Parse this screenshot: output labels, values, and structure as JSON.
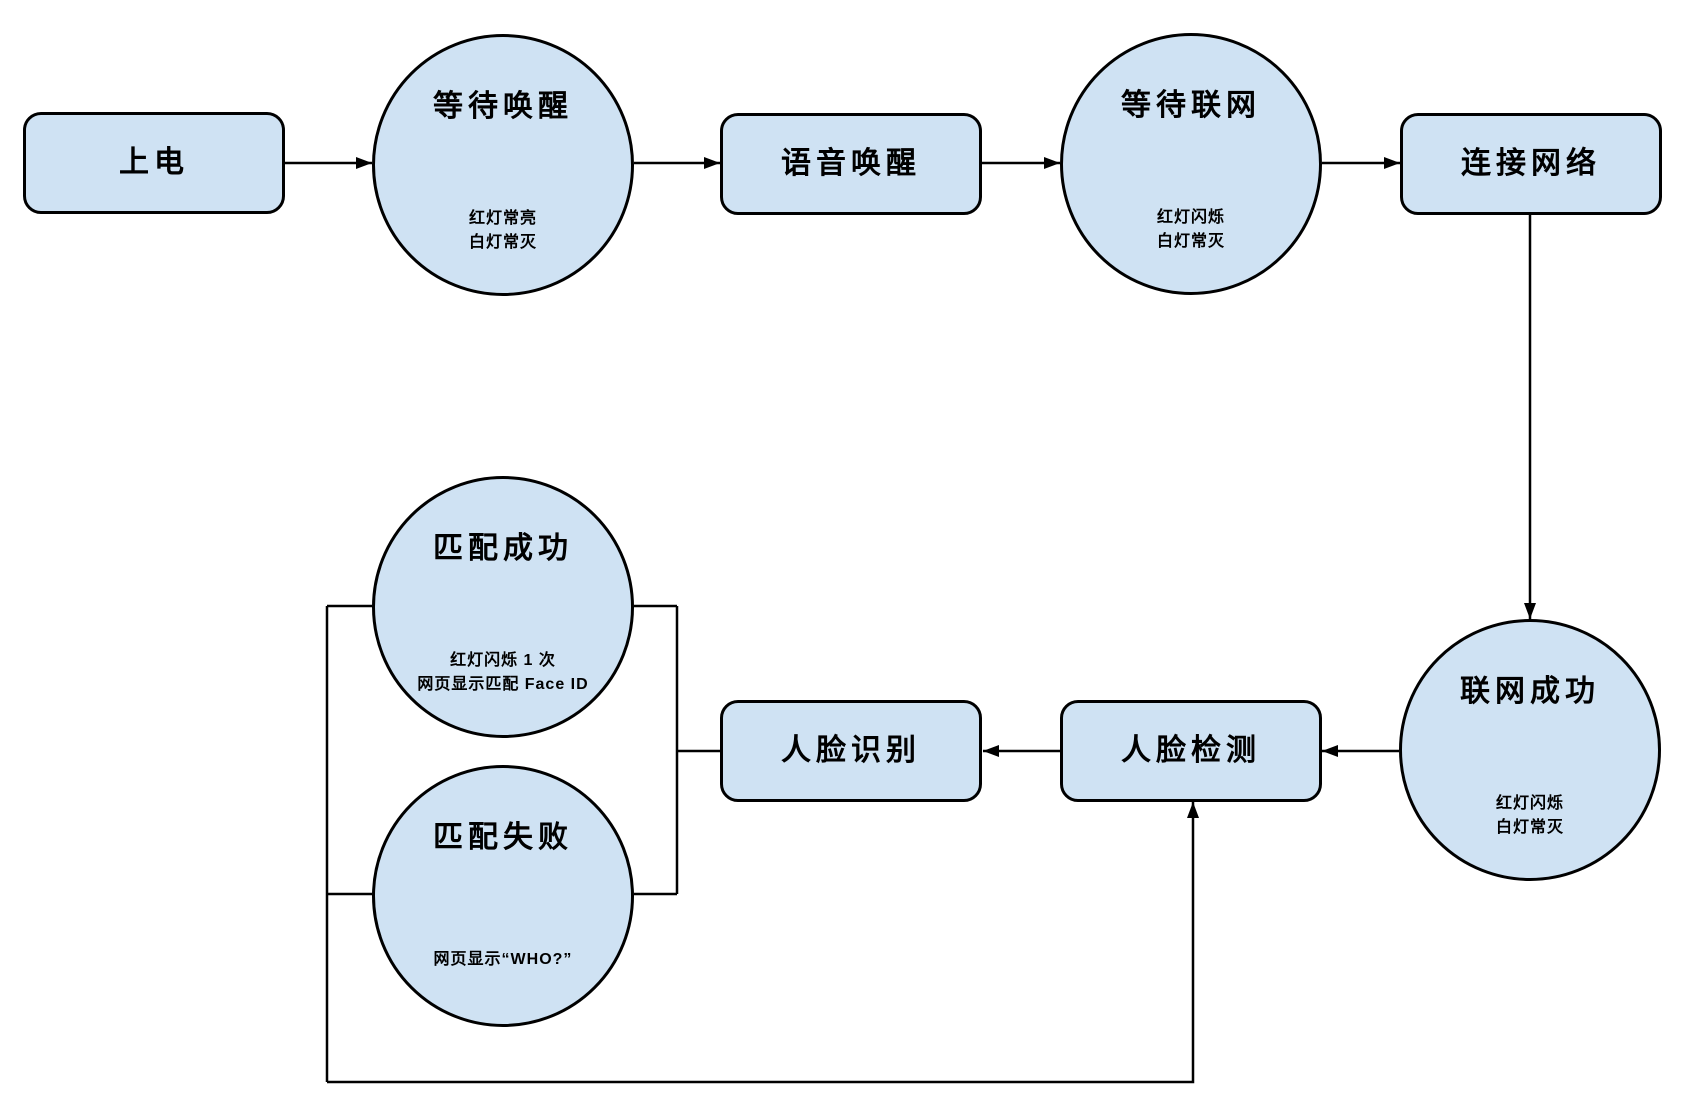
{
  "colors": {
    "background": "#ffffff",
    "node_fill": "#cfe2f3",
    "node_stroke": "#000000",
    "connector": "#000000"
  },
  "nodes": {
    "power_on": {
      "shape": "rounded-rect",
      "label": "上电"
    },
    "wait_wake": {
      "shape": "ellipse",
      "label": "等待唤醒",
      "status": [
        "红灯常亮",
        "白灯常灭"
      ]
    },
    "voice_wake": {
      "shape": "rounded-rect",
      "label": "语音唤醒"
    },
    "wait_network": {
      "shape": "ellipse",
      "label": "等待联网",
      "status": [
        "红灯闪烁",
        "白灯常灭"
      ]
    },
    "connect_network": {
      "shape": "rounded-rect",
      "label": "连接网络"
    },
    "network_success": {
      "shape": "ellipse",
      "label": "联网成功",
      "status": [
        "红灯闪烁",
        "白灯常灭"
      ]
    },
    "face_detect": {
      "shape": "rounded-rect",
      "label": "人脸检测"
    },
    "face_recognize": {
      "shape": "rounded-rect",
      "label": "人脸识别"
    },
    "match_success": {
      "shape": "ellipse",
      "label": "匹配成功",
      "status": [
        "红灯闪烁 1 次",
        "网页显示匹配 Face ID"
      ]
    },
    "match_fail": {
      "shape": "ellipse",
      "label": "匹配失败",
      "status": [
        "网页显示“WHO?”"
      ]
    }
  },
  "edges": [
    {
      "from": "power_on",
      "to": "wait_wake",
      "arrow": true
    },
    {
      "from": "wait_wake",
      "to": "voice_wake",
      "arrow": true
    },
    {
      "from": "voice_wake",
      "to": "wait_network",
      "arrow": true
    },
    {
      "from": "wait_network",
      "to": "connect_network",
      "arrow": true
    },
    {
      "from": "connect_network",
      "to": "network_success",
      "arrow": true
    },
    {
      "from": "network_success",
      "to": "face_detect",
      "arrow": true
    },
    {
      "from": "face_detect",
      "to": "face_recognize",
      "arrow": true
    },
    {
      "from": "face_recognize",
      "to": "match_success",
      "arrow": false
    },
    {
      "from": "face_recognize",
      "to": "match_fail",
      "arrow": false
    },
    {
      "from": "match_success",
      "to": "face_detect",
      "arrow": true
    },
    {
      "from": "match_fail",
      "to": "face_detect",
      "arrow": true
    }
  ]
}
